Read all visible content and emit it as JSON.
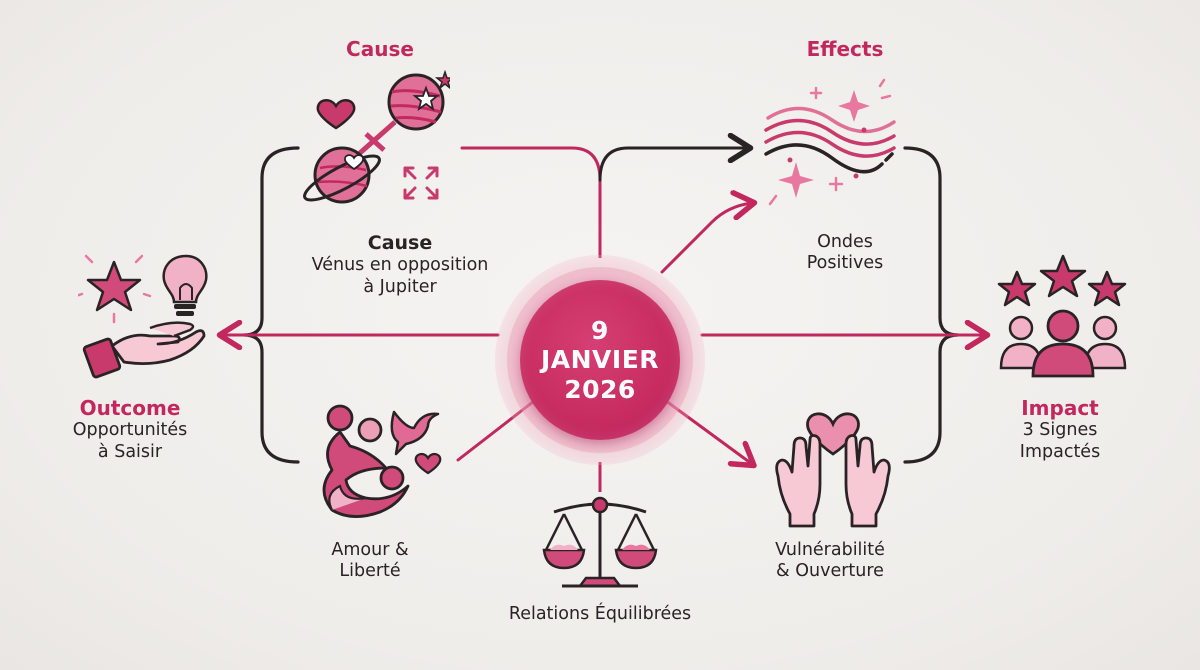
{
  "center": {
    "day": "9",
    "month": "JANVIER",
    "year": "2026"
  },
  "cause": {
    "heading": "Cause",
    "title": "Cause",
    "line1": "Vénus en opposition",
    "line2": "à Jupiter",
    "icon": "planets-opposition-icon"
  },
  "effects": {
    "heading": "Effects",
    "line1": "Ondes",
    "line2": "Positives",
    "icon": "positive-waves-icon"
  },
  "outcome": {
    "heading": "Outcome",
    "line1": "Opportunités",
    "line2": "à Saisir",
    "icon": "hand-star-lightbulb-icon"
  },
  "impact": {
    "heading": "Impact",
    "line1": "3 Signes",
    "line2": "Impactés",
    "icon": "group-three-stars-icon"
  },
  "love_freedom": {
    "line1": "Amour &",
    "line2": "Liberté",
    "icon": "embrace-dove-heart-icon"
  },
  "balance": {
    "line1": "Relations Équilibrées",
    "icon": "balance-scale-icon"
  },
  "vulnerability": {
    "line1": "Vulnérabilité",
    "line2": "& Ouverture",
    "icon": "open-hands-heart-icon"
  },
  "colors": {
    "accent": "#c2275e",
    "accent_light": "#e98bab",
    "ink": "#2a2326",
    "background": "#f3f1ee"
  }
}
